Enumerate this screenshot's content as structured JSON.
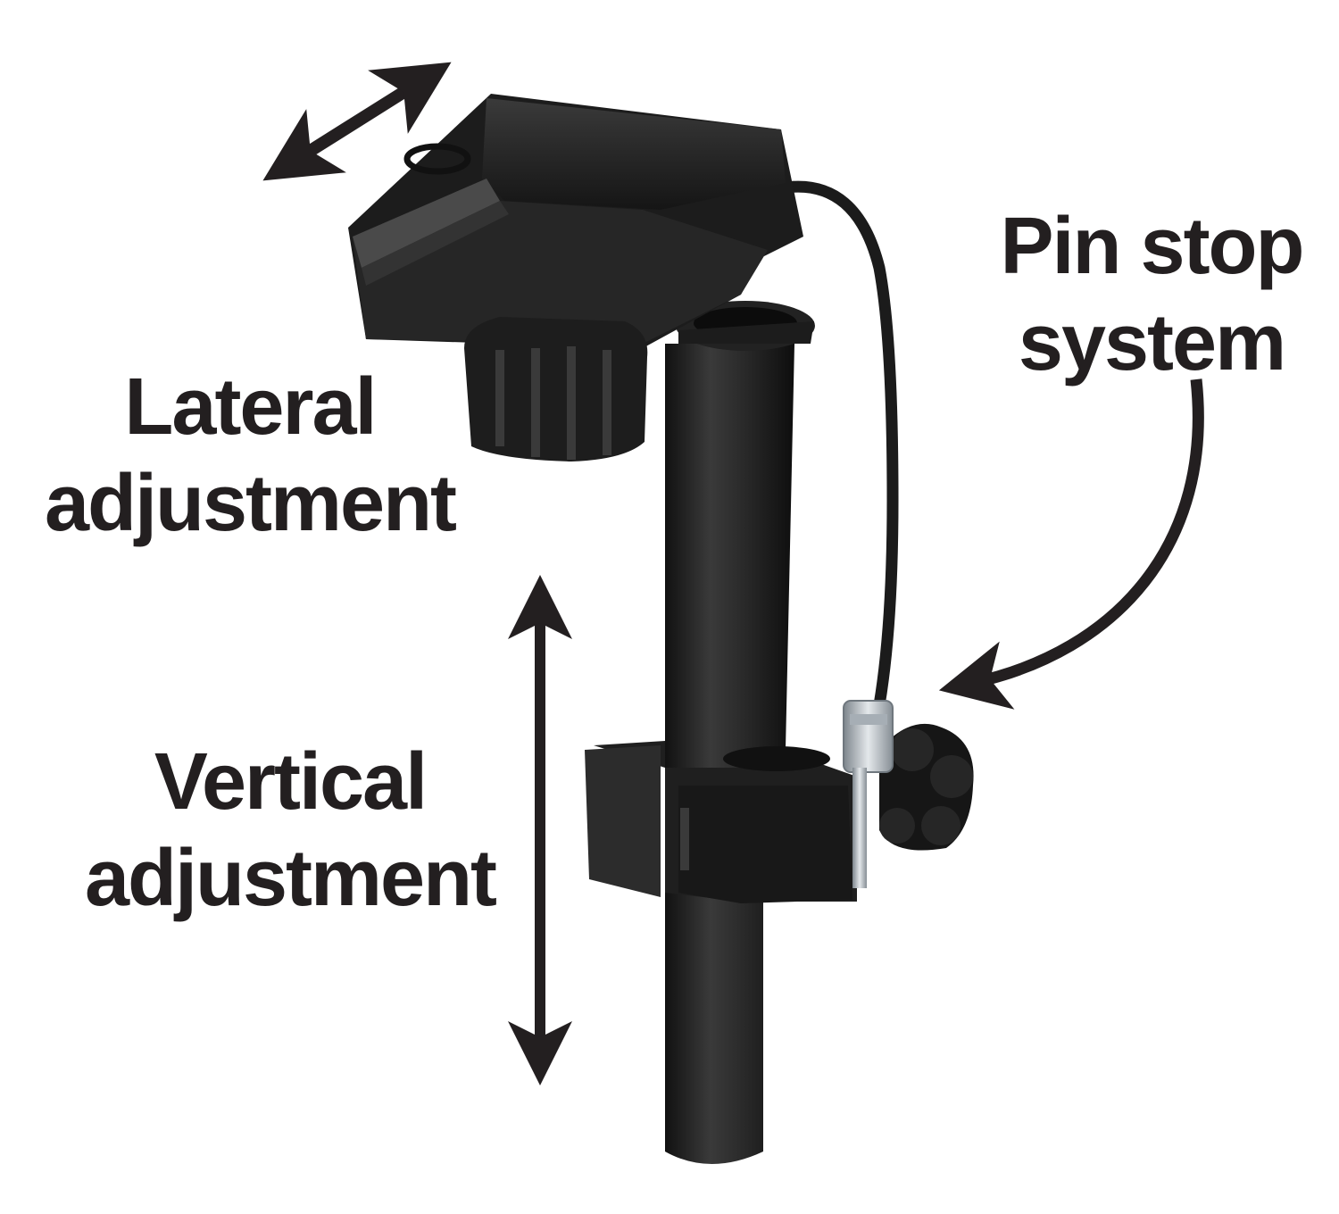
{
  "labels": {
    "lateral": [
      "Lateral",
      "adjustment"
    ],
    "vertical": [
      "Vertical",
      "adjustment"
    ],
    "pin_stop": [
      "Pin stop",
      "system"
    ]
  },
  "colors": {
    "ink": "#231f20",
    "device_dark": "#1a1a1a",
    "device_mid": "#2b2b2b",
    "device_highlight": "#3c3c3c",
    "pin_metal": "#b9c0c6",
    "background": "#ffffff"
  },
  "icons": {
    "lateral_arrow": "double-headed-diagonal-arrow",
    "vertical_arrow": "double-headed-vertical-arrow",
    "pin_pointer": "curved-arrow"
  }
}
